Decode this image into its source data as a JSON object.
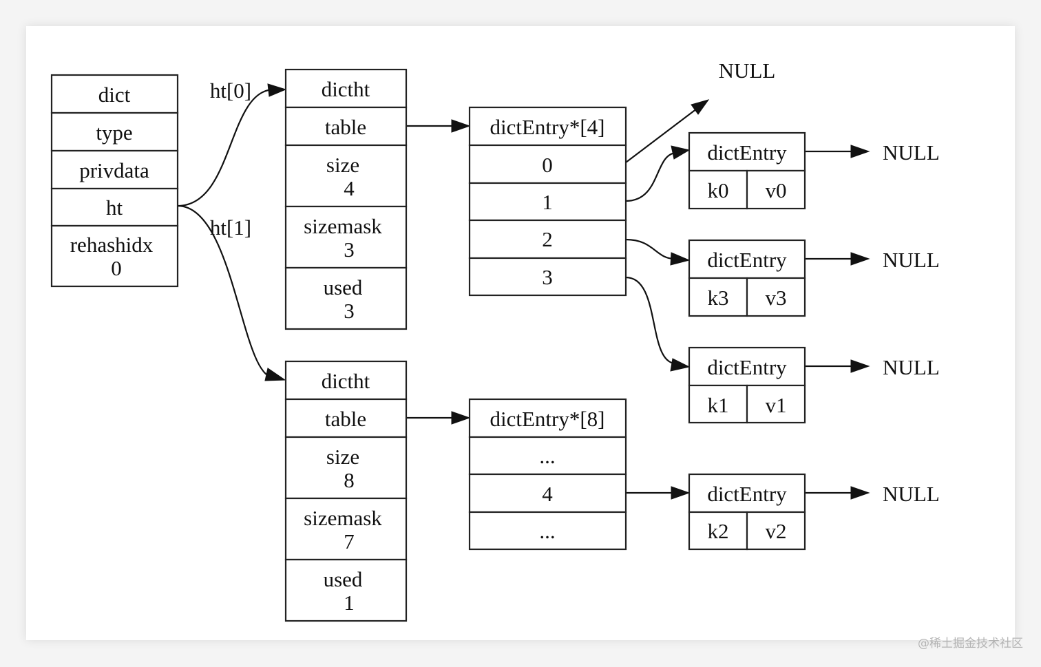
{
  "dict": {
    "fields": [
      "dict",
      "type",
      "privdata",
      "ht"
    ],
    "rehashidx": {
      "name": "rehashidx",
      "value": "0"
    }
  },
  "edge_labels": {
    "ht0": "ht[0]",
    "ht1": "ht[1]"
  },
  "dictht0": {
    "title": "dictht",
    "table": "table",
    "size": {
      "name": "size",
      "value": "4"
    },
    "sizemask": {
      "name": "sizemask",
      "value": "3"
    },
    "used": {
      "name": "used",
      "value": "3"
    }
  },
  "dictht1": {
    "title": "dictht",
    "table": "table",
    "size": {
      "name": "size",
      "value": "8"
    },
    "sizemask": {
      "name": "sizemask",
      "value": "7"
    },
    "used": {
      "name": "used",
      "value": "1"
    }
  },
  "array0": {
    "title": "dictEntry*[4]",
    "slots": [
      "0",
      "1",
      "2",
      "3"
    ]
  },
  "array1": {
    "title": "dictEntry*[8]",
    "slots": [
      "...",
      "4",
      "..."
    ]
  },
  "entries": [
    {
      "title": "dictEntry",
      "key": "k0",
      "value": "v0",
      "next": "NULL"
    },
    {
      "title": "dictEntry",
      "key": "k3",
      "value": "v3",
      "next": "NULL"
    },
    {
      "title": "dictEntry",
      "key": "k1",
      "value": "v1",
      "next": "NULL"
    },
    {
      "title": "dictEntry",
      "key": "k2",
      "value": "v2",
      "next": "NULL"
    }
  ],
  "slot0_null": "NULL",
  "watermark": "@稀土掘金技术社区"
}
